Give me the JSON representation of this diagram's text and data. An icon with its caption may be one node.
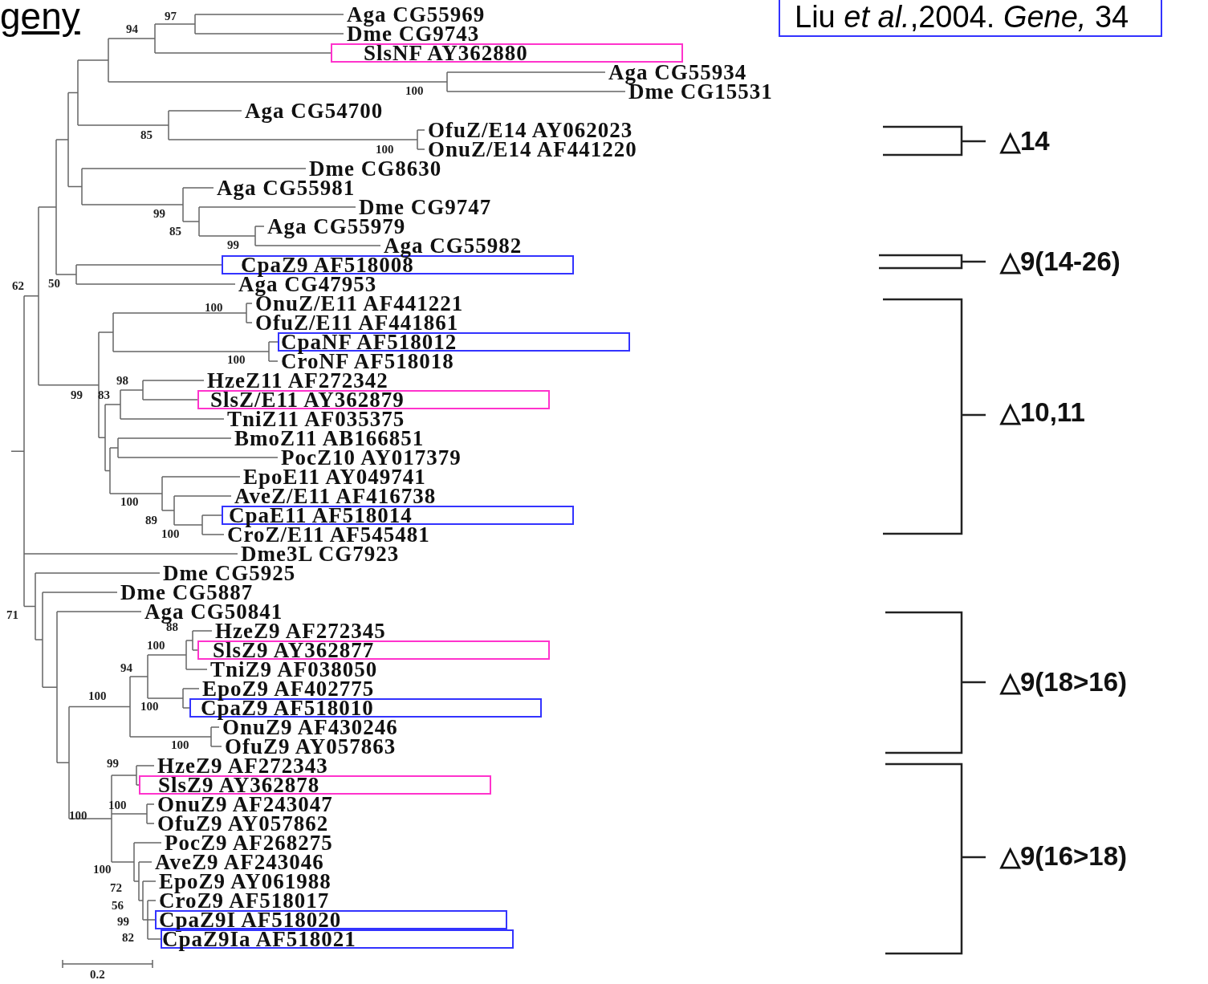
{
  "diagram": {
    "title": "geny",
    "nodes": [
      {
        "text": [
          "Liu *et al.*,2004. *Gene,* 34"
        ]
      },
      {
        "text": [
          "SlsNF AY362880"
        ]
      },
      {
        "text": [
          "CpaZ9 AF518008"
        ]
      },
      {
        "text": [
          "CpaNF AF518012"
        ]
      },
      {
        "text": [
          "SlsZ/E11 AY362879"
        ]
      },
      {
        "text": [
          "CpaE11 AF518014"
        ]
      },
      {
        "text": [
          "SlsZ9 AY362877"
        ]
      },
      {
        "text": [
          "CpaZ9 AF518010"
        ]
      },
      {
        "text": [
          "SlsZ9 AY362878"
        ]
      },
      {
        "text": [
          "CpaZ9I AF518020"
        ]
      },
      {
        "text": [
          "CpaZ9Ia AF518021"
        ]
      }
    ],
    "labels": [
      "Aga CG55969",
      "Dme CG9743",
      "Aga CG55934",
      "Dme CG15531",
      "Aga CG54700",
      "OfuZ/E14 AY062023",
      "OnuZ/E14 AF441220",
      "Dme CG8630",
      "Aga CG55981",
      "Dme CG9747",
      "Aga CG55979",
      "Aga CG55982",
      "Aga CG47953",
      "OnuZ/E11 AF441221",
      "OfuZ/E11 AF441861",
      "CroNF AF518018",
      "HzeZ11 AF272342",
      "TniZ11 AF035375",
      "BmoZ11 AB166851",
      "PocZ10 AY017379",
      "EpoE11 AY049741",
      "AveZ/E11 AF416738",
      "CroZ/E11 AF545481",
      "Dme3L CG7923",
      "Dme CG5925",
      "Dme CG5887",
      "Aga CG50841",
      "HzeZ9 AF272345",
      "TniZ9 AF038050",
      "EpoZ9 AF402775",
      "OnuZ9 AF430246",
      "OfuZ9 AY057863",
      "HzeZ9 AF272343",
      "OnuZ9 AF243047",
      "OfuZ9 AY057862",
      "PocZ9 AF268275",
      "AveZ9 AF243046",
      "EpoZ9 AY061988",
      "CroZ9 AF518017",
      "97",
      "94",
      "100",
      "85",
      "100",
      "99",
      "85",
      "99",
      "62",
      "50",
      "100",
      "100",
      "98",
      "99",
      "83",
      "100",
      "89",
      "100",
      "71",
      "88",
      "100",
      "94",
      "100",
      "100",
      "100",
      "99",
      "100",
      "100",
      "100",
      "72",
      "56",
      "99",
      "82",
      "△14",
      "△9(14-26)",
      "△10,11",
      "△9(18>16)",
      "△9(16>18)",
      "0.2"
    ]
  }
}
